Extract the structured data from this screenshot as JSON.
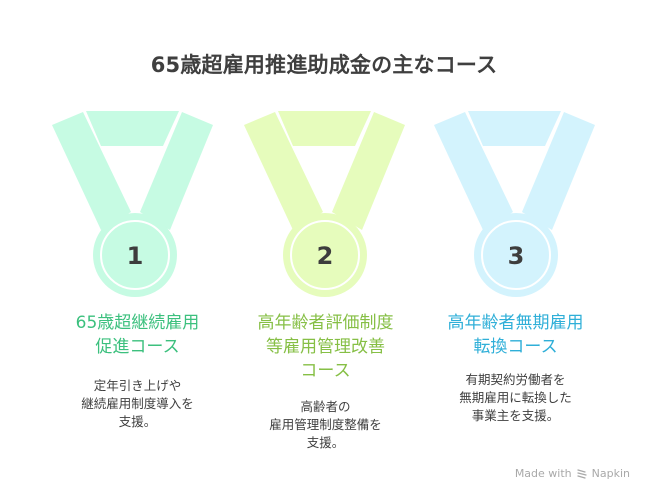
{
  "title": "65歳超雇用推進助成金の主なコース",
  "courses": [
    {
      "number": "1",
      "title_line1": "65歳超継続雇用",
      "title_line2": "促進コース",
      "title_line3": "",
      "desc_line1": "定年引き上げや",
      "desc_line2": "継続雇用制度導入を",
      "desc_line3": "支援。",
      "medal_color": "#c6fbe3",
      "title_color": "#3cc07e"
    },
    {
      "number": "2",
      "title_line1": "高年齢者評価制度",
      "title_line2": "等雇用管理改善",
      "title_line3": "コース",
      "desc_line1": "高齢者の",
      "desc_line2": "雇用管理制度整備を",
      "desc_line3": "支援。",
      "medal_color": "#e6fcbc",
      "title_color": "#86bf45"
    },
    {
      "number": "3",
      "title_line1": "高年齢者無期雇用",
      "title_line2": "転換コース",
      "title_line3": "",
      "desc_line1": "有期契約労働者を",
      "desc_line2": "無期雇用に転換した",
      "desc_line3": "事業主を支援。",
      "medal_color": "#d3f3fd",
      "title_color": "#2fafd8"
    }
  ],
  "footer": {
    "made_with": "Made with",
    "brand": "Napkin",
    "icon": "napkin-logo-icon"
  }
}
